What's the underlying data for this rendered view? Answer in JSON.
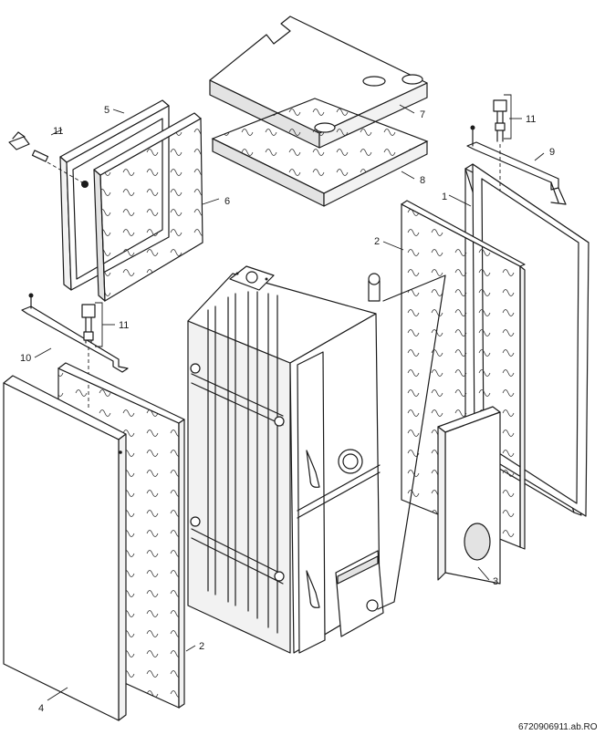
{
  "diagram": {
    "callouts": [
      "1",
      "2",
      "2",
      "3",
      "4",
      "5",
      "6",
      "7",
      "8",
      "9",
      "10",
      "11",
      "11",
      "11"
    ],
    "reference_code": "6720906911.ab.RO"
  }
}
